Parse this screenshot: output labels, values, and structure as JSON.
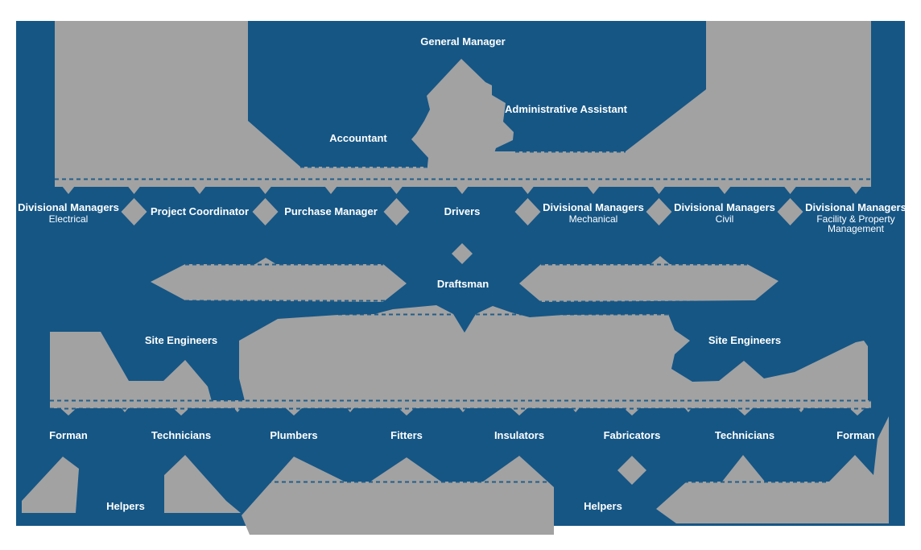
{
  "colors": {
    "page_background": "#ffffff",
    "canvas_blue": "#155685",
    "connector_gray": "#a2a2a2",
    "label_text": "#ffffff"
  },
  "org_chart": {
    "top": {
      "general_manager": "General Manager",
      "administrative_assistant": "Administrative Assistant",
      "accountant": "Accountant"
    },
    "row1": [
      {
        "l1": "Divisional Managers",
        "l2": "Electrical"
      },
      {
        "l1": "Project Coordinator"
      },
      {
        "l1": "Purchase Manager"
      },
      {
        "l1": "Drivers"
      },
      {
        "l1": "Divisional Managers",
        "l2": "Mechanical"
      },
      {
        "l1": "Divisional Managers",
        "l2": "Civil"
      },
      {
        "l1": "Divisional Managers",
        "l2": "Facility & Property",
        "l3": "Management"
      }
    ],
    "mid": {
      "draftsman": "Draftsman",
      "site_engineers_left": "Site Engineers",
      "site_engineers_right": "Site Engineers"
    },
    "row3": [
      "Forman",
      "Technicians",
      "Plumbers",
      "Fitters",
      "Insulators",
      "Fabricators",
      "Technicians",
      "Forman"
    ],
    "bottom": {
      "helpers_left": "Helpers",
      "helpers_right": "Helpers"
    }
  }
}
